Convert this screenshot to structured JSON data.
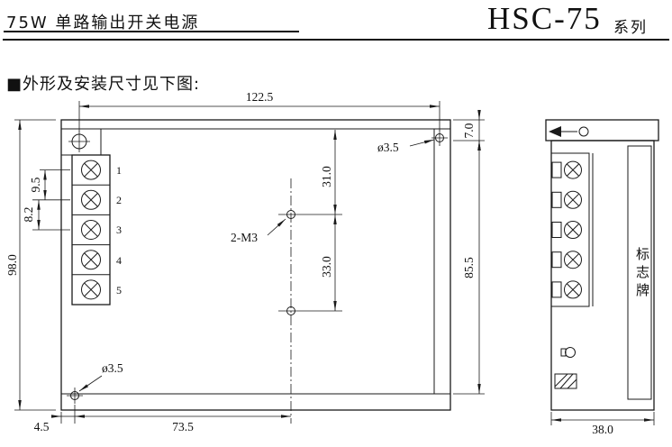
{
  "header": {
    "title": "75W 单路输出开关电源",
    "model": "HSC-75",
    "series": "系列"
  },
  "caption": "■外形及安装尺寸见下图:",
  "front_view": {
    "dim_width": "122.5",
    "dim_height": "98.0",
    "dim_pitch_a": "9.5",
    "dim_pitch_b": "8.2",
    "hole_top_label": "ø3.5",
    "hole_bottom_label": "ø3.5",
    "dim_lip": "7.0",
    "dim_right_height": "85.5",
    "dim_hole_offset": "31.0",
    "dim_hole_spacing": "33.0",
    "mount_holes_label": "2-M3",
    "dim_foot_offset": "4.5",
    "dim_foot_span": "73.5",
    "terminals": [
      "1",
      "2",
      "3",
      "4",
      "5"
    ]
  },
  "side_view": {
    "dim_depth": "38.0",
    "plate_label": "标志牌"
  },
  "colors": {
    "ink": "#1a1a1a",
    "background": "#ffffff"
  }
}
